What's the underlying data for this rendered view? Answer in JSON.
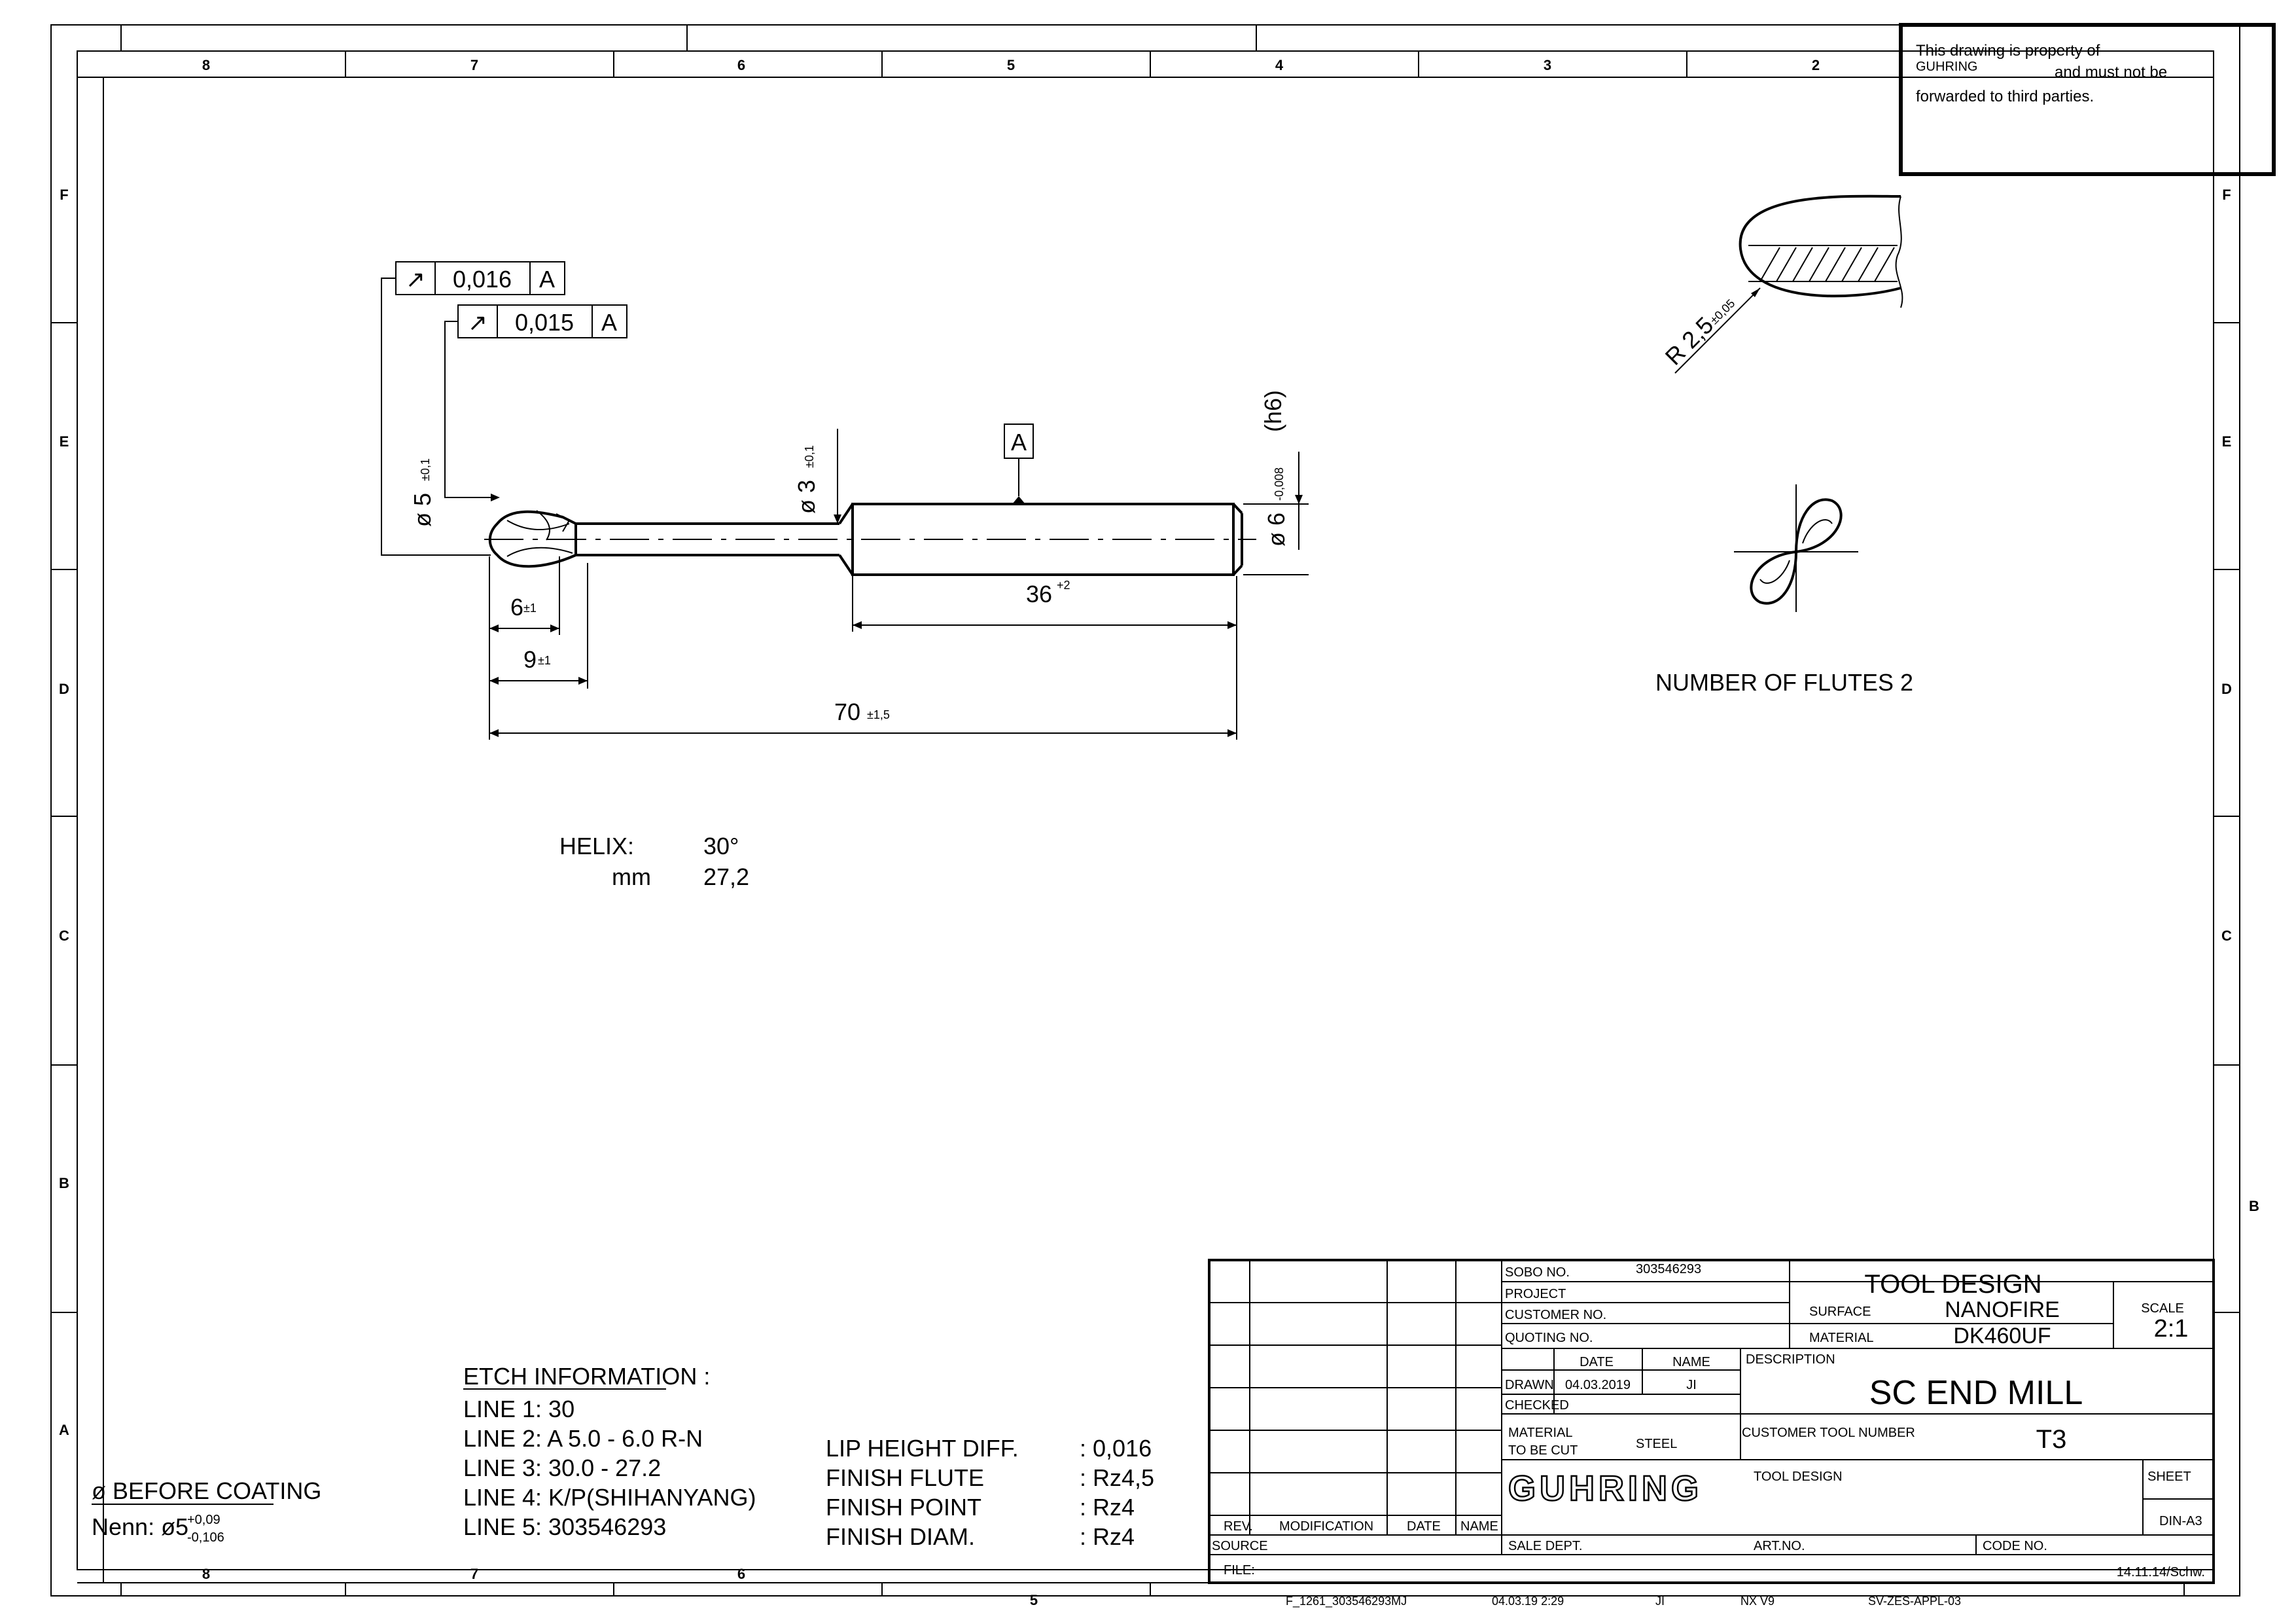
{
  "border": {
    "columns_top": [
      "8",
      "7",
      "6",
      "5",
      "4",
      "3",
      "2"
    ],
    "columns_bottom": [
      "8",
      "7",
      "6",
      "5"
    ],
    "rows_left": [
      "F",
      "E",
      "D",
      "C",
      "B",
      "A"
    ],
    "rows_right": [
      "F",
      "E",
      "D",
      "C",
      "B"
    ]
  },
  "ownership_note": {
    "line1": "This drawing is property of",
    "company": "GUHRING",
    "line2": "and must not be",
    "line3": "forwarded to third parties."
  },
  "tolerance_frames": [
    {
      "symbol": "↗",
      "value": "0,016",
      "datum": "A"
    },
    {
      "symbol": "↗",
      "value": "0,015",
      "datum": "A"
    }
  ],
  "datum_label": "A",
  "dimensions": {
    "dia5": "ø 5",
    "dia5_tol": "±0,1",
    "dia3": "ø 3",
    "dia3_tol": "±0,1",
    "dia6": "ø 6",
    "dia6_tol": "-0,008",
    "dia6_fit": "(h6)",
    "len6": "6",
    "len6_tol": "±1",
    "len9": "9",
    "len9_tol": "±1",
    "len36": "36",
    "len36_tol": "+2",
    "len70": "70",
    "len70_tol": "±1,5",
    "radius": "R 2,5",
    "radius_tol": "±0,05"
  },
  "flutes_label": "NUMBER OF FLUTES 2",
  "helix": {
    "label": "HELIX:",
    "angle": "30°",
    "unit": "mm",
    "value": "27,2"
  },
  "etch": {
    "title": "ETCH INFORMATION :",
    "lines": [
      "LINE 1:  30",
      "LINE 2:  A 5.0 - 6.0 R-N",
      "LINE 3:  30.0 - 27.2",
      "LINE 4:  K/P(SHIHANYANG)",
      "LINE 5:  303546293"
    ]
  },
  "finish": [
    {
      "label": "LIP HEIGHT DIFF.",
      "value": ": 0,016"
    },
    {
      "label": "FINISH FLUTE",
      "value": ": Rz4,5"
    },
    {
      "label": "FINISH POINT",
      "value": ": Rz4"
    },
    {
      "label": "FINISH DIAM.",
      "value": ": Rz4"
    }
  ],
  "before_coating": {
    "title": "ø BEFORE COATING",
    "nenn": "Nenn:  ø5",
    "upper": "+0,09",
    "lower": "-0,106"
  },
  "title_block": {
    "rev": "REV.",
    "modification": "MODIFICATION",
    "date": "DATE",
    "name": "NAME",
    "source": "SOURCE",
    "file": "FILE:",
    "sobo_label": "SOBO NO.",
    "sobo_value": "303546293",
    "project": "PROJECT",
    "customer_no": "CUSTOMER NO.",
    "quoting_no": "QUOTING NO.",
    "date_col": "DATE",
    "name_col": "NAME",
    "drawn": "DRAWN",
    "drawn_date": "04.03.2019",
    "drawn_name": "JI",
    "checked": "CHECKED",
    "material_label_1": "MATERIAL",
    "material_label_2": "TO BE CUT",
    "material_value": "STEEL",
    "logo": "GUHRING",
    "sale_dept": "SALE DEPT.",
    "tool_design_title": "TOOL DESIGN",
    "surface_label": "SURFACE",
    "surface_value": "NANOFIRE",
    "material2_label": "MATERIAL",
    "material2_value": "DK460UF",
    "scale_label": "SCALE",
    "scale_value": "2:1",
    "description_label": "DESCRIPTION",
    "description_value": "SC END MILL",
    "customer_tool_label": "CUSTOMER TOOL NUMBER",
    "customer_tool_value": "T3",
    "tool_design_label": "TOOL DESIGN",
    "sheet_label": "SHEET",
    "format": "DIN-A3",
    "art_no": "ART.NO.",
    "code_no": "CODE NO.",
    "stamp": "14.11.14/Schw."
  },
  "footer": {
    "file_name": "F_1261_303546293MJ",
    "timestamp": "04.03.19  2:29",
    "user": "JI",
    "software": "NX V9",
    "template": "SV-ZES-APPL-03"
  }
}
